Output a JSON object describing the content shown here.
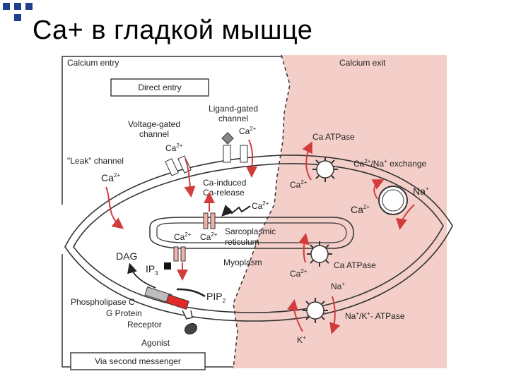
{
  "slide": {
    "title": "Ca+ в гладкой мышце"
  },
  "diagram": {
    "colors": {
      "exit_region": "#f4cfc9",
      "arrow_red": "#d23c3c",
      "line": "#333333",
      "pip_red": "#e02a2a"
    },
    "headers": {
      "calcium_entry": "Calcium entry",
      "calcium_exit": "Calcium exit"
    },
    "boxes": {
      "direct_entry": "Direct entry",
      "via_second_messenger": "Via second messenger"
    },
    "channels": {
      "ligand_gated": [
        "Ligand-gated",
        "channel"
      ],
      "voltage_gated": [
        "Voltage-gated",
        "channel"
      ],
      "leak": "\"Leak\" channel",
      "ca_induced": [
        "Ca-induced",
        "Ca-release"
      ]
    },
    "ions": {
      "ca": "Ca",
      "ca_charge": "2+",
      "na": "Na",
      "na_charge": "+",
      "k": "K",
      "k_charge": "+"
    },
    "sr": {
      "label": [
        "Sarcoplasmic",
        "reticulum"
      ]
    },
    "myoplasm": "Myoplasm",
    "exit": {
      "ca_atpase_top": "Ca ATPase",
      "exchange": {
        "ca": "Ca",
        "ca_charge": "2+",
        "sep": "/Na",
        "na_charge": "+",
        "suffix": " exchange"
      },
      "ca_atpase_sr": "Ca ATPase",
      "na_k_atpase": {
        "na": "Na",
        "na_charge": "+",
        "sep": "/K",
        "k_charge": "+",
        "suffix": "- ATPase"
      }
    },
    "signaling": {
      "dag": "DAG",
      "ip3": "IP",
      "ip3_sub": "3",
      "pip2": "PIP",
      "pip2_sub": "2",
      "phospholipase": "Phospholipase C",
      "g_protein": "G Protein",
      "receptor": "Receptor",
      "agonist": "Agonist"
    }
  }
}
